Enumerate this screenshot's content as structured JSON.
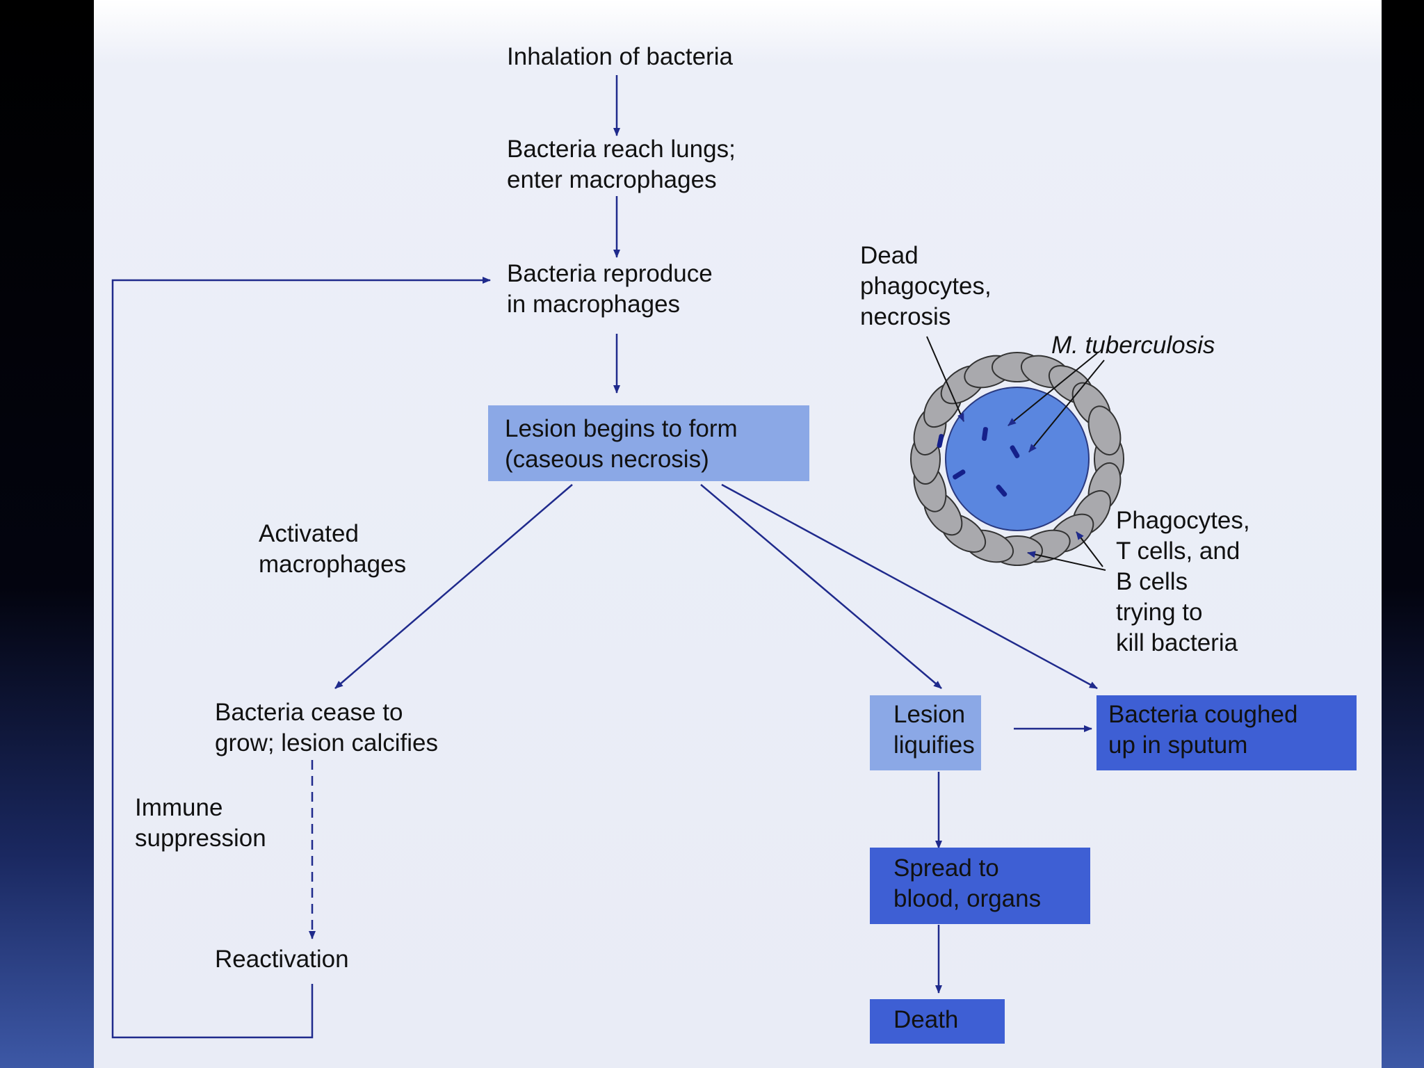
{
  "nodes": {
    "inhalation": "Inhalation of bacteria",
    "reach_lungs": "Bacteria reach lungs;\nenter macrophages",
    "reproduce": "Bacteria reproduce\nin macrophages",
    "lesion_forms": "Lesion begins to form\n(caseous necrosis)",
    "cease_grow": "Bacteria cease to\ngrow; lesion calcifies",
    "reactivation": "Reactivation",
    "liquifies": "Lesion\nliquifies",
    "coughed_up": "Bacteria coughed\nup in sputum",
    "spread": "Spread to\nblood, organs",
    "death": "Death"
  },
  "edge_labels": {
    "activated_macrophages": "Activated\nmacrophages",
    "immune_suppression": "Immune\nsuppression"
  },
  "granuloma": {
    "dead_phagocytes": "Dead\nphagocytes,\nnecrosis",
    "m_tuberculosis": "M. tuberculosis",
    "phagocytes_cells": "Phagocytes,\nT cells, and\nB cells\ntrying to\nkill bacteria"
  },
  "colors": {
    "arrow": "#1f2a8c",
    "box_light": "#8ba8e6",
    "box_mid": "#5f7fdb",
    "box_dark": "#3e5fd4",
    "cell_fill": "#a9a9ad",
    "granuloma_core": "#5a86df"
  }
}
